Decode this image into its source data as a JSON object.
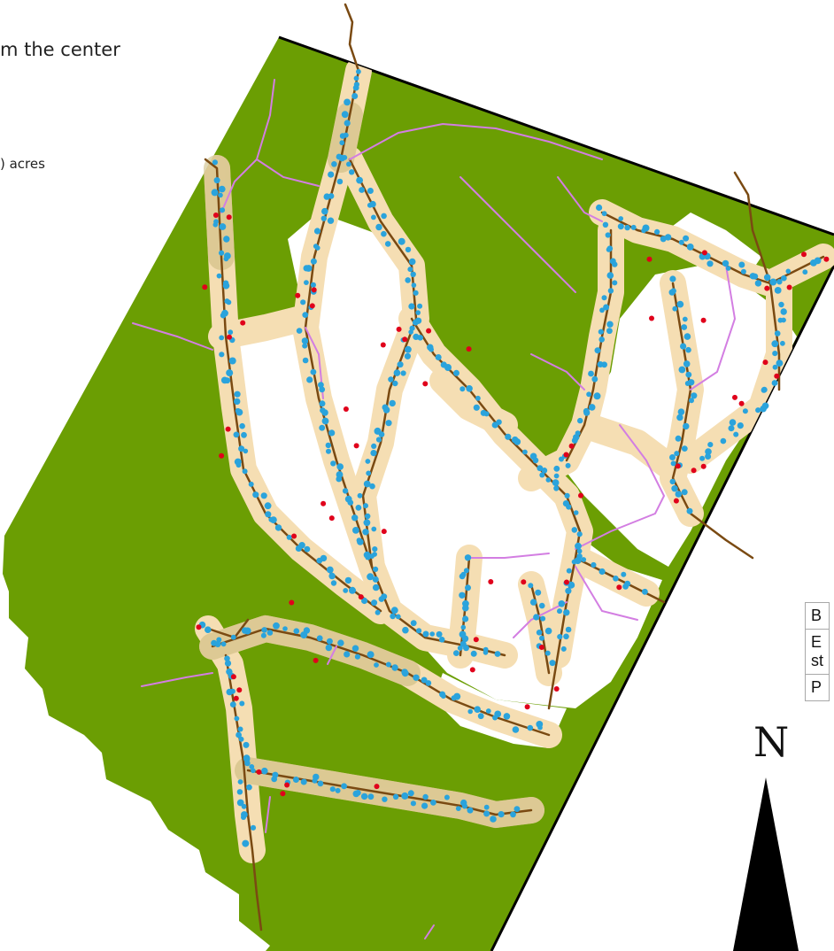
{
  "map": {
    "title_fragment": "m the center",
    "area_fragment": ") acres",
    "north_label": "N",
    "colors": {
      "forest": "#6b9e03",
      "clearing": "#ffffff",
      "buffer": "#f5deb3",
      "buffer_forest_edge": "#c8b87a",
      "stream": "#7a4a12",
      "trail": "#d37ee2",
      "survey_point": "#2aa3dc",
      "observation_point": "#e0001b",
      "boundary": "#000000"
    },
    "legend": {
      "rows": [
        "B",
        "E",
        "st",
        "P"
      ]
    },
    "icons": [
      "north-arrow-icon"
    ]
  }
}
